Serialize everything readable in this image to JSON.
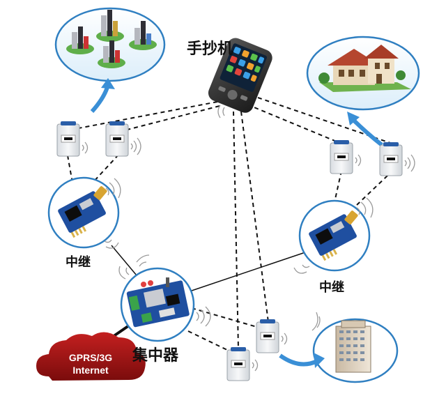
{
  "labels": {
    "handheld": "手抄机",
    "repeater_left": "中继",
    "repeater_right": "中继",
    "concentrator": "集中器"
  },
  "cloud": {
    "line1": "GPRS/3G",
    "line2": "Internet"
  },
  "colors": {
    "cloud": "#a01212",
    "bubble_border": "#2f7fc1",
    "bubble_fill": "#eef6fc",
    "pcb": "#1f4fa0",
    "arrow": "#3a8fd6",
    "meter_body": "#eef0f2",
    "wave": "#9a9a9a"
  }
}
